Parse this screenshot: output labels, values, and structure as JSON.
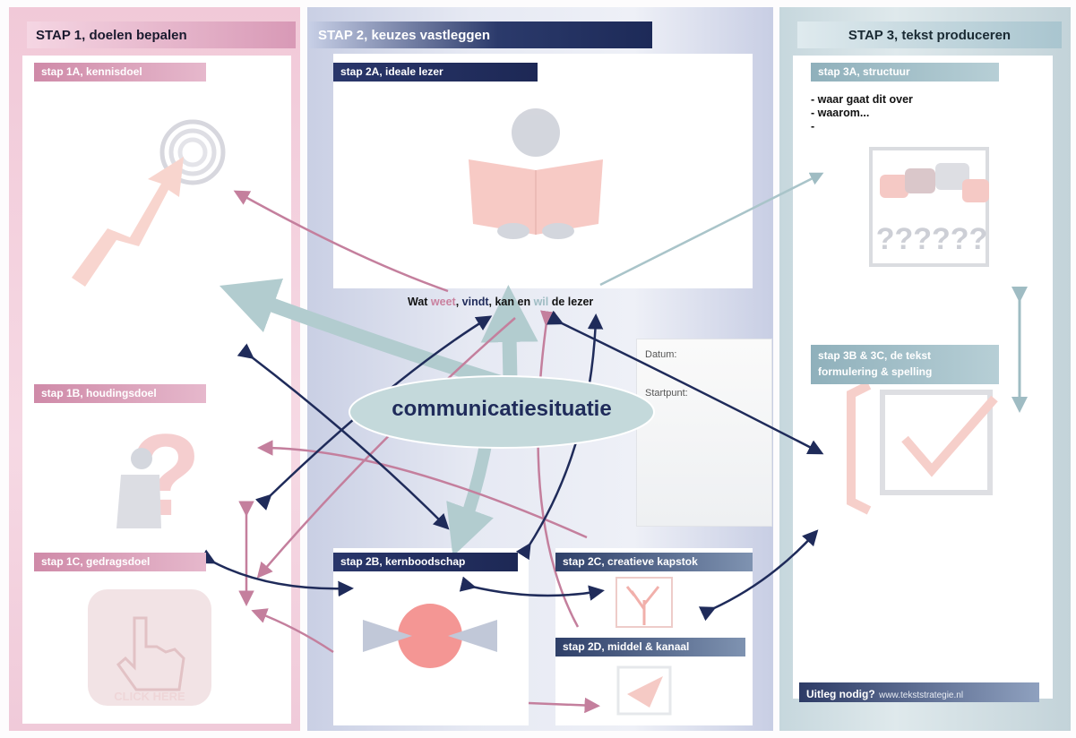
{
  "step1": {
    "header": "STAP 1, doelen bepalen",
    "tag_1a": "stap 1A, kennisdoel",
    "tag_1b": "stap 1B, houdingsdoel",
    "tag_1c": "stap 1C, gedragsdoel",
    "click_text": "CLICK HERE"
  },
  "step2": {
    "header": "STAP 2, keuzes vastleggen",
    "tag_2a": "stap 2A, ideale lezer",
    "tag_2b": "stap 2B, kernboodschap",
    "tag_2c": "stap 2C, creatieve kapstok",
    "tag_2d": "stap 2D, middel & kanaal"
  },
  "step3": {
    "header": "STAP 3, tekst produceren",
    "tag_3a": "stap 3A, structuur",
    "bullet_1": "- waar gaat dit over",
    "bullet_2": "- waarom...",
    "bullet_3": "-",
    "tag_3bc_line1": "stap 3B & 3C, de tekst",
    "tag_3bc_line2": "formulering & spelling",
    "question_marks": "??????"
  },
  "center": {
    "question_w1": "Wat ",
    "question_w2": "weet",
    "question_w3": ", ",
    "question_w4": "vindt",
    "question_w5": ", kan en ",
    "question_w6": "wil",
    "question_w7": " de lezer",
    "ellipse_label": "communicatiesituatie"
  },
  "note": {
    "datum": "Datum:",
    "startpunt": "Startpunt:"
  },
  "footer": {
    "prefix": "Uitleg nodig?",
    "url": "www.tekststrategie.nl"
  },
  "colors": {
    "pink": "#c9819f",
    "navy": "#1f2b5a",
    "teal": "#a9c4c9",
    "light_pink": "#f3c9d8"
  }
}
